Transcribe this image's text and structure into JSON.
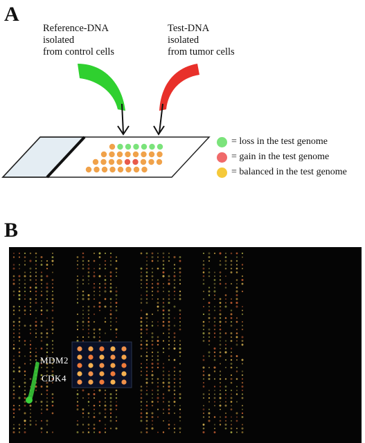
{
  "panel_a": {
    "letter": "A",
    "reference": {
      "text": "Reference-DNA\nisolated\nfrom control cells",
      "color": "#2fd02f"
    },
    "test": {
      "text": "Test-DNA\nisolated\nfrom tumor cells",
      "color": "#e8302a"
    },
    "legend": [
      {
        "color": "#7be37b",
        "text": "= loss in the test genome"
      },
      {
        "color": "#f06a6a",
        "text": "= gain in the test genome"
      },
      {
        "color": "#f5c93a",
        "text": "= balanced in the test genome"
      }
    ],
    "spot_colors": {
      "loss": "#7be37b",
      "gain": "#e85a4a",
      "balanced": "#f0a24a"
    }
  },
  "panel_b": {
    "letter": "B",
    "labels": {
      "mdm2": "MDM2",
      "cdk4": "CDK4"
    }
  }
}
